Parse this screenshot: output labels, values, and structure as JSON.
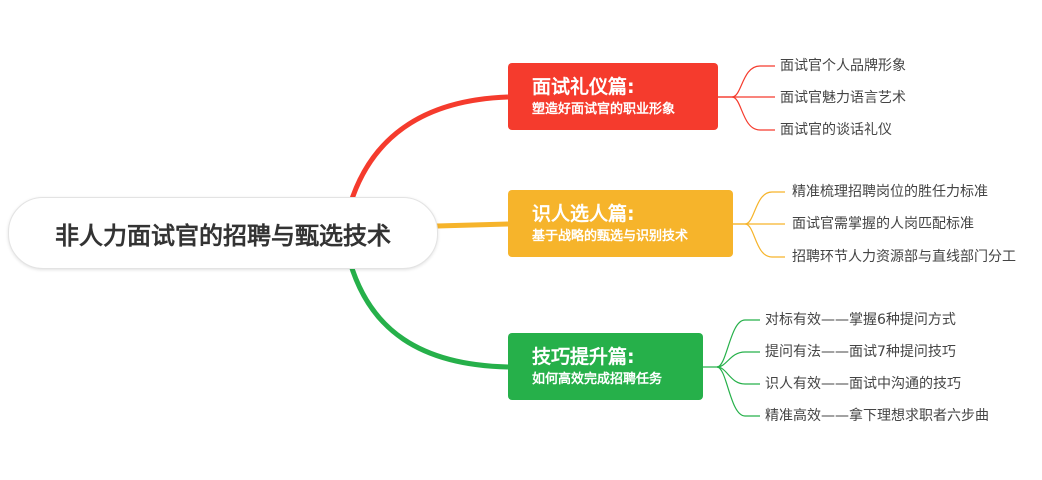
{
  "root": "非人力面试官的招聘与甄选技术",
  "colors": {
    "red": "#f53b2d",
    "yellow": "#f6b42b",
    "green": "#26b04a"
  },
  "branches": [
    {
      "title": "面试礼仪篇:",
      "subtitle": "塑造好面试官的职业形象",
      "children": [
        "面试官个人品牌形象",
        "面试官魅力语言艺术",
        "面试官的谈话礼仪"
      ]
    },
    {
      "title": "识人选人篇:",
      "subtitle": "基于战略的甄选与识别技术",
      "children": [
        "精准梳理招聘岗位的胜任力标准",
        "面试官需掌握的人岗匹配标准",
        "招聘环节人力资源部与直线部门分工"
      ]
    },
    {
      "title": "技巧提升篇:",
      "subtitle": "如何高效完成招聘任务",
      "children": [
        "对标有效——掌握6种提问方式",
        "提问有法——面试7种提问技巧",
        "识人有效——面试中沟通的技巧",
        "精准高效——拿下理想求职者六步曲"
      ]
    }
  ]
}
